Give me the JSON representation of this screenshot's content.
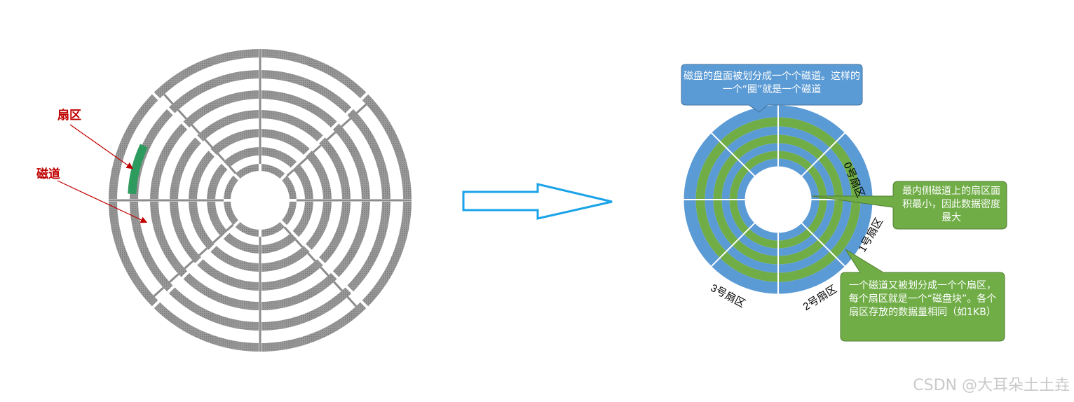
{
  "left_disk": {
    "sector_label": "扇区",
    "track_label": "磁道"
  },
  "right_disk": {
    "sector_labels": [
      "0号扇区",
      "1号扇区",
      "2号扇区",
      "3号扇区"
    ],
    "callouts": {
      "track": "磁盘的盘面被划分成一个个磁道。这样的一个“圈”就是一个磁道",
      "inner": "最内侧磁道上的扇区面积最小，因此数据密度最大",
      "sector": "一个磁道又被划分成一个个扇区，每个扇区就是一个“磁盘块”。各个扇区存放的数据量相同（如1KB）"
    }
  },
  "colors": {
    "gray_ring": "#8c8c8c",
    "highlight_sector": "#2e9b5e",
    "label_red": "#c00000",
    "blue_ring": "#5b9bd5",
    "green_ring": "#70ad47",
    "arrow_outline": "#1aa3e8"
  },
  "watermark": "CSDN @大耳朵土土垚"
}
